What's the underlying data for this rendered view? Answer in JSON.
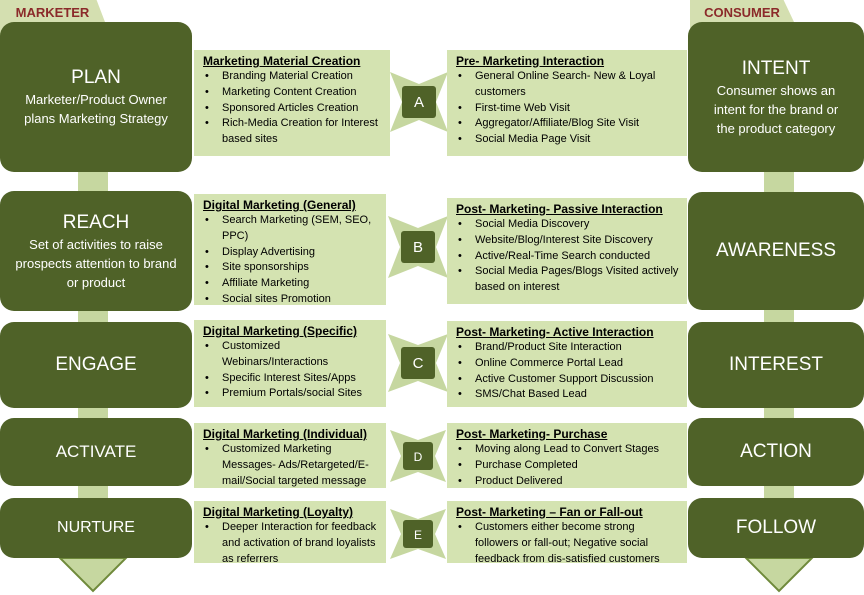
{
  "left_tag": "MARKETER FUNNEL",
  "right_tag": "CONSUMER FUNNEL",
  "colors": {
    "stage": "#4f6228",
    "box": "#d4e3b1",
    "tag_text": "#8b2a2a"
  },
  "rows": [
    {
      "letter": "A",
      "left_stage": {
        "title": "PLAN",
        "sub": "Marketer/Product Owner plans Marketing Strategy"
      },
      "left_box": {
        "heading": "Marketing Material Creation",
        "items": [
          "Branding Material Creation",
          "Marketing Content Creation",
          "Sponsored Articles Creation",
          "Rich-Media Creation for Interest based sites"
        ]
      },
      "right_box": {
        "heading": "Pre- Marketing Interaction",
        "items": [
          "General Online Search- New & Loyal customers",
          "First-time Web Visit",
          "Aggregator/Affiliate/Blog Site Visit",
          "Social Media Page Visit"
        ]
      },
      "right_stage": {
        "title": "INTENT",
        "sub": "Consumer shows an intent for the brand or the product category"
      }
    },
    {
      "letter": "B",
      "left_stage": {
        "title": "REACH",
        "sub": "Set of activities to raise prospects attention to brand or product"
      },
      "left_box": {
        "heading": "Digital Marketing (General)",
        "items": [
          "Search Marketing (SEM, SEO, PPC)",
          "Display Advertising",
          "Site sponsorships",
          "Affiliate Marketing",
          "Social sites Promotion"
        ]
      },
      "right_box": {
        "heading": "Post- Marketing- Passive Interaction",
        "items": [
          "Social Media Discovery",
          "Website/Blog/Interest Site Discovery",
          "Active/Real-Time Search conducted",
          "Social Media Pages/Blogs Visited actively based on interest"
        ]
      },
      "right_stage": {
        "title": "AWARENESS",
        "sub": ""
      }
    },
    {
      "letter": "C",
      "left_stage": {
        "title": "ENGAGE",
        "sub": ""
      },
      "left_box": {
        "heading": "Digital Marketing (Specific)",
        "items": [
          "Customized Webinars/Interactions",
          "Specific Interest Sites/Apps",
          "Premium Portals/social Sites"
        ]
      },
      "right_box": {
        "heading": "Post- Marketing- Active Interaction",
        "items": [
          "Brand/Product Site Interaction",
          "Online Commerce Portal Lead",
          "Active Customer Support Discussion",
          "SMS/Chat Based Lead"
        ]
      },
      "right_stage": {
        "title": "INTEREST",
        "sub": ""
      }
    },
    {
      "letter": "D",
      "left_stage": {
        "title": "ACTIVATE",
        "sub": ""
      },
      "left_box": {
        "heading": "Digital Marketing (Individual)",
        "items": [
          "Customized Marketing Messages- Ads/Retargeted/E-mail/Social targeted message"
        ]
      },
      "right_box": {
        "heading": "Post- Marketing- Purchase",
        "items": [
          "Moving along Lead to Convert Stages",
          "Purchase Completed",
          "Product Delivered"
        ]
      },
      "right_stage": {
        "title": "ACTION",
        "sub": ""
      }
    },
    {
      "letter": "E",
      "left_stage": {
        "title": "NURTURE",
        "sub": ""
      },
      "left_box": {
        "heading": "Digital Marketing (Loyalty)",
        "items": [
          "Deeper Interaction for feedback and activation of brand loyalists as referrers"
        ]
      },
      "right_box": {
        "heading": "Post- Marketing – Fan or Fall-out",
        "items": [
          "Customers either become strong followers or fall-out; Negative social feedback from dis-satisfied customers"
        ]
      },
      "right_stage": {
        "title": "FOLLOW",
        "sub": ""
      }
    }
  ]
}
